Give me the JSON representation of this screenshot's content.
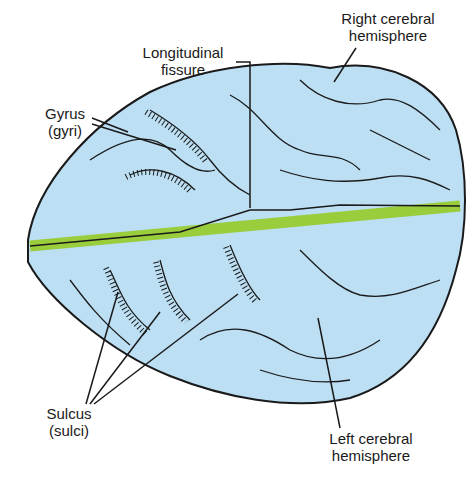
{
  "diagram": {
    "labels": [
      "Right cerebral hemisphere",
      "Longitudinal fissure",
      "Gyrus (gyri)",
      "Sulcus (sulci)",
      "Left cerebral hemisphere"
    ]
  }
}
